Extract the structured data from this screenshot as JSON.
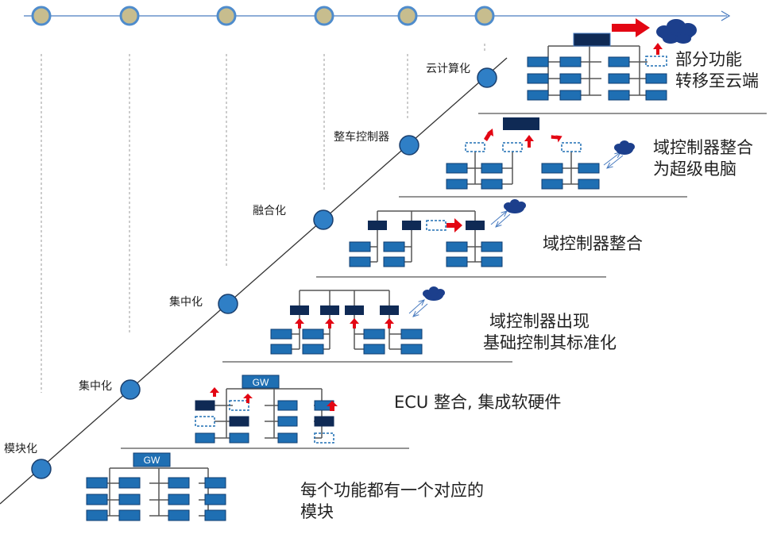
{
  "stage_labels": {
    "s1": "模块化",
    "s2": "集中化",
    "s3": "集中化",
    "s4": "融合化",
    "s5": "整车控制器",
    "s6": "云计算化"
  },
  "descriptions": {
    "d1_line1": "每个功能都有一个对应的",
    "d1_line2": "模块",
    "d2": "ECU 整合, 集成软硬件",
    "d3_line1": "域控制器出现",
    "d3_line2": "基础控制其标准化",
    "d4": "域控制器整合",
    "d5_line1": "域控制器整合",
    "d5_line2": "为超级电脑",
    "d6_line1": "部分功能",
    "d6_line2": "转移至云端"
  },
  "gateway_labels": {
    "g1": "GW",
    "g2": "GW"
  },
  "colors": {
    "module_fill": "#1f6fb3",
    "module_dark": "#0f2a55",
    "node_fill": "#2f7fc6",
    "timeline_circle": "#c7bd8e",
    "arrow_red": "#e30613",
    "cloud": "#1c3f8c",
    "line": "#555555"
  }
}
